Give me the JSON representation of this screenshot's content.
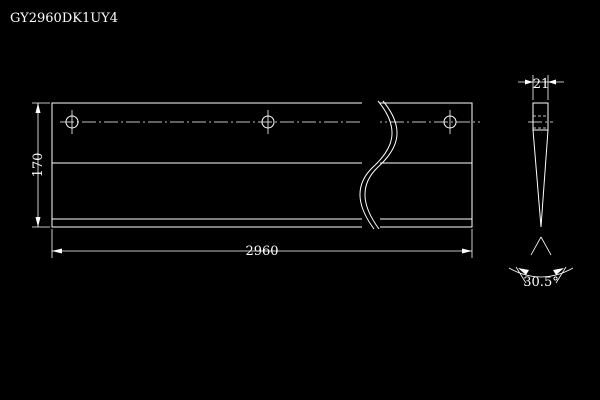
{
  "title": "GY2960DK1UY4",
  "dimensions": {
    "length": "2960",
    "height": "170",
    "thickness": "21",
    "angle": "30.5°"
  },
  "colors": {
    "background": "#000000",
    "line": "#ffffff"
  }
}
